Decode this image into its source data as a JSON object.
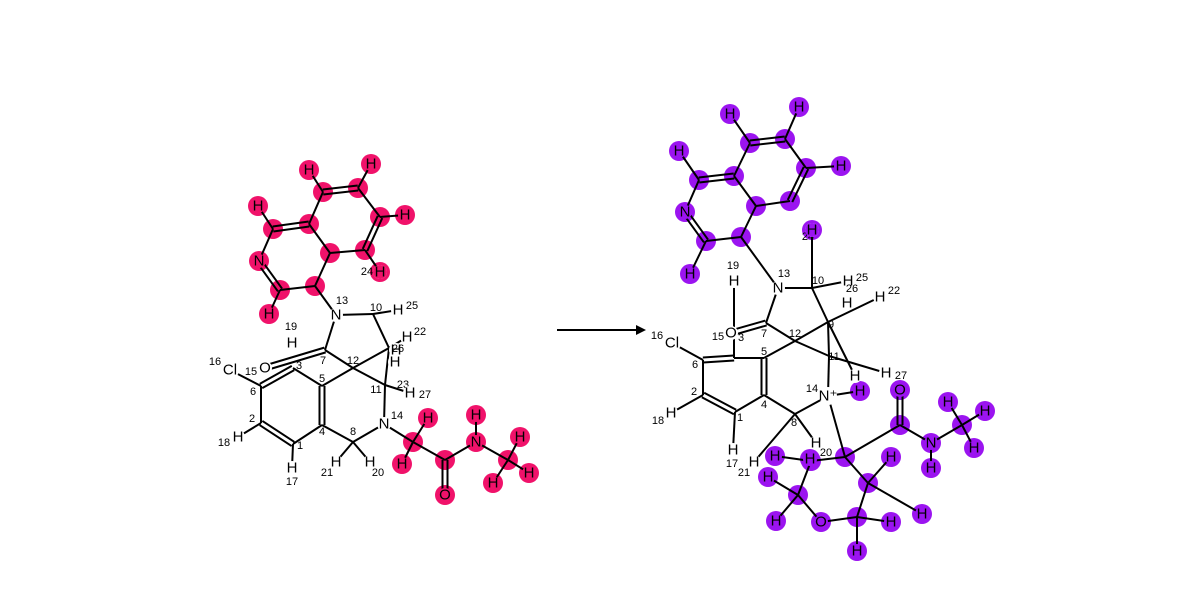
{
  "colors": {
    "left_highlight": "#f0126a",
    "right_highlight": "#9b14f0",
    "bond": "#000000",
    "background": "#ffffff"
  },
  "reactant": {
    "atoms": [
      {
        "id": "L1",
        "label": "",
        "num": "1"
      },
      {
        "id": "L2",
        "label": "",
        "num": "2"
      },
      {
        "id": "L3",
        "label": "",
        "num": "3"
      },
      {
        "id": "L4",
        "label": "",
        "num": "4"
      },
      {
        "id": "L5",
        "label": "",
        "num": "5"
      },
      {
        "id": "L6",
        "label": "",
        "num": "6"
      },
      {
        "id": "L7",
        "label": "",
        "num": "7"
      },
      {
        "id": "L8",
        "label": "",
        "num": "8"
      },
      {
        "id": "L9",
        "label": "",
        "num": "9"
      },
      {
        "id": "L10",
        "label": "",
        "num": "10"
      },
      {
        "id": "L11",
        "label": "",
        "num": "11"
      },
      {
        "id": "L12",
        "label": "",
        "num": "12"
      },
      {
        "id": "L13",
        "label": "N",
        "num": "13"
      },
      {
        "id": "L14",
        "label": "N",
        "num": "14"
      },
      {
        "id": "L15",
        "label": "",
        "num": "15"
      },
      {
        "id": "L16",
        "label": "Cl",
        "num": "16"
      },
      {
        "id": "L17",
        "label": "H",
        "num": "17"
      },
      {
        "id": "L18",
        "label": "H",
        "num": "18"
      },
      {
        "id": "L19",
        "label": "H",
        "num": "19"
      },
      {
        "id": "L20",
        "label": "H",
        "num": "20"
      },
      {
        "id": "L21",
        "label": "H",
        "num": "21"
      },
      {
        "id": "L22",
        "label": "H",
        "num": "22"
      },
      {
        "id": "L23",
        "label": "H",
        "num": "23"
      },
      {
        "id": "L24",
        "label": "H",
        "num": "24"
      },
      {
        "id": "L25",
        "label": "H",
        "num": "25"
      },
      {
        "id": "L26",
        "label": "H",
        "num": "26"
      },
      {
        "id": "L27",
        "label": "H",
        "num": "27"
      },
      {
        "id": "L28",
        "label": "O",
        "num": ""
      },
      {
        "id": "Q1",
        "label": "",
        "num": "",
        "hl": true
      },
      {
        "id": "Q2",
        "label": "",
        "num": "",
        "hl": true
      },
      {
        "id": "Q3",
        "label": "",
        "num": "",
        "hl": true
      },
      {
        "id": "Q4",
        "label": "",
        "num": "",
        "hl": true
      },
      {
        "id": "Q5",
        "label": "",
        "num": "",
        "hl": true
      },
      {
        "id": "Q6",
        "label": "",
        "num": "",
        "hl": true
      },
      {
        "id": "Q7",
        "label": "",
        "num": "",
        "hl": true
      },
      {
        "id": "Q8",
        "label": "",
        "num": "",
        "hl": true
      },
      {
        "id": "Q9",
        "label": "",
        "num": "",
        "hl": true
      },
      {
        "id": "QN",
        "label": "N",
        "num": "",
        "hl": true
      },
      {
        "id": "QH1",
        "label": "H",
        "num": "",
        "hl": true
      },
      {
        "id": "QH2",
        "label": "H",
        "num": "",
        "hl": true
      },
      {
        "id": "QH3",
        "label": "H",
        "num": "",
        "hl": true
      },
      {
        "id": "QH4",
        "label": "H",
        "num": "",
        "hl": true
      },
      {
        "id": "QH5",
        "label": "H",
        "num": "",
        "hl": true
      },
      {
        "id": "QH6",
        "label": "H",
        "num": "",
        "hl": true
      },
      {
        "id": "A1",
        "label": "",
        "num": "",
        "hl": true
      },
      {
        "id": "A2",
        "label": "",
        "num": "",
        "hl": true
      },
      {
        "id": "AO",
        "label": "O",
        "num": "",
        "hl": true
      },
      {
        "id": "AN",
        "label": "N",
        "num": "",
        "hl": true
      },
      {
        "id": "AC",
        "label": "",
        "num": "",
        "hl": true
      },
      {
        "id": "AH1",
        "label": "H",
        "num": "",
        "hl": true
      },
      {
        "id": "AH2",
        "label": "H",
        "num": "",
        "hl": true
      },
      {
        "id": "AH3",
        "label": "H",
        "num": "",
        "hl": true
      },
      {
        "id": "AH4",
        "label": "H",
        "num": "",
        "hl": true
      },
      {
        "id": "AH5",
        "label": "H",
        "num": "",
        "hl": true
      },
      {
        "id": "AH6",
        "label": "H",
        "num": "",
        "hl": true
      }
    ]
  },
  "product": {
    "atoms": [
      {
        "id": "R1",
        "label": "",
        "num": "1"
      },
      {
        "id": "R2",
        "label": "",
        "num": "2"
      },
      {
        "id": "R3",
        "label": "",
        "num": "3"
      },
      {
        "id": "R4",
        "label": "",
        "num": "4"
      },
      {
        "id": "R5",
        "label": "",
        "num": "5"
      },
      {
        "id": "R6",
        "label": "",
        "num": "6"
      },
      {
        "id": "R7",
        "label": "",
        "num": "7"
      },
      {
        "id": "R8",
        "label": "",
        "num": "8"
      },
      {
        "id": "R9",
        "label": "",
        "num": "9"
      },
      {
        "id": "R10",
        "label": "",
        "num": "10"
      },
      {
        "id": "R11",
        "label": "",
        "num": "11"
      },
      {
        "id": "R12",
        "label": "",
        "num": "12"
      },
      {
        "id": "R13",
        "label": "N",
        "num": "13"
      },
      {
        "id": "R14",
        "label": "N⁺",
        "num": "14"
      },
      {
        "id": "R15",
        "label": "",
        "num": "15"
      },
      {
        "id": "R16",
        "label": "Cl",
        "num": "16"
      },
      {
        "id": "R17",
        "label": "H",
        "num": "17"
      },
      {
        "id": "R18",
        "label": "H",
        "num": "18"
      },
      {
        "id": "R19",
        "label": "H",
        "num": "19"
      },
      {
        "id": "R20",
        "label": "H",
        "num": "20"
      },
      {
        "id": "R21",
        "label": "H",
        "num": "21"
      },
      {
        "id": "R22",
        "label": "H",
        "num": "22"
      },
      {
        "id": "R23",
        "label": "H",
        "num": ""
      },
      {
        "id": "R24",
        "label": "H",
        "num": "24"
      },
      {
        "id": "R25",
        "label": "H",
        "num": "25"
      },
      {
        "id": "R26",
        "label": "H",
        "num": "26"
      },
      {
        "id": "R27",
        "label": "H",
        "num": "27"
      },
      {
        "id": "R28",
        "label": "O",
        "num": ""
      },
      {
        "id": "P1",
        "label": "",
        "num": "",
        "hl": true
      },
      {
        "id": "P2",
        "label": "",
        "num": "",
        "hl": true
      },
      {
        "id": "P3",
        "label": "",
        "num": "",
        "hl": true
      },
      {
        "id": "P4",
        "label": "",
        "num": "",
        "hl": true
      },
      {
        "id": "P5",
        "label": "",
        "num": "",
        "hl": true
      },
      {
        "id": "P6",
        "label": "",
        "num": "",
        "hl": true
      },
      {
        "id": "P7",
        "label": "",
        "num": "",
        "hl": true
      },
      {
        "id": "P8",
        "label": "",
        "num": "",
        "hl": true
      },
      {
        "id": "P9",
        "label": "",
        "num": "",
        "hl": true
      },
      {
        "id": "PN",
        "label": "N",
        "num": "",
        "hl": true
      },
      {
        "id": "PH1",
        "label": "H",
        "num": "",
        "hl": true
      },
      {
        "id": "PH2",
        "label": "H",
        "num": "",
        "hl": true
      },
      {
        "id": "PH3",
        "label": "H",
        "num": "",
        "hl": true
      },
      {
        "id": "PH4",
        "label": "H",
        "num": "",
        "hl": true
      },
      {
        "id": "PH5",
        "label": "H",
        "num": "",
        "hl": true
      },
      {
        "id": "PH6",
        "label": "H",
        "num": "",
        "hl": true
      },
      {
        "id": "PB1",
        "label": "",
        "num": "",
        "hl": true
      },
      {
        "id": "PB2",
        "label": "",
        "num": "",
        "hl": true
      },
      {
        "id": "PBO",
        "label": "O",
        "num": "",
        "hl": true
      },
      {
        "id": "PBN",
        "label": "N",
        "num": "",
        "hl": true
      },
      {
        "id": "PBC",
        "label": "",
        "num": "",
        "hl": true
      },
      {
        "id": "PBH1",
        "label": "H",
        "num": "",
        "hl": true
      },
      {
        "id": "PBH2",
        "label": "H",
        "num": "",
        "hl": true
      },
      {
        "id": "PBH3",
        "label": "H",
        "num": "",
        "hl": true
      },
      {
        "id": "PBH4",
        "label": "H",
        "num": "",
        "hl": true
      },
      {
        "id": "PBH5",
        "label": "H",
        "num": "",
        "hl": true
      },
      {
        "id": "PBO2",
        "label": "O",
        "num": "",
        "hl": true
      },
      {
        "id": "PBC2",
        "label": "",
        "num": "",
        "hl": true
      },
      {
        "id": "PBC3",
        "label": "",
        "num": "",
        "hl": true
      },
      {
        "id": "PBC4",
        "label": "",
        "num": "",
        "hl": true
      },
      {
        "id": "PBC5",
        "label": "",
        "num": "",
        "hl": true
      },
      {
        "id": "PBH6",
        "label": "H",
        "num": "",
        "hl": true
      },
      {
        "id": "PBH7",
        "label": "H",
        "num": "",
        "hl": true
      },
      {
        "id": "PBH8",
        "label": "H",
        "num": "",
        "hl": true
      },
      {
        "id": "PBH9",
        "label": "H",
        "num": "",
        "hl": true
      },
      {
        "id": "PBH10",
        "label": "H",
        "num": "",
        "hl": true
      },
      {
        "id": "PBH11",
        "label": "H",
        "num": "",
        "hl": true
      },
      {
        "id": "PBH12",
        "label": "H",
        "num": "",
        "hl": true
      },
      {
        "id": "PBH13",
        "label": "H",
        "num": "",
        "hl": true
      }
    ]
  }
}
